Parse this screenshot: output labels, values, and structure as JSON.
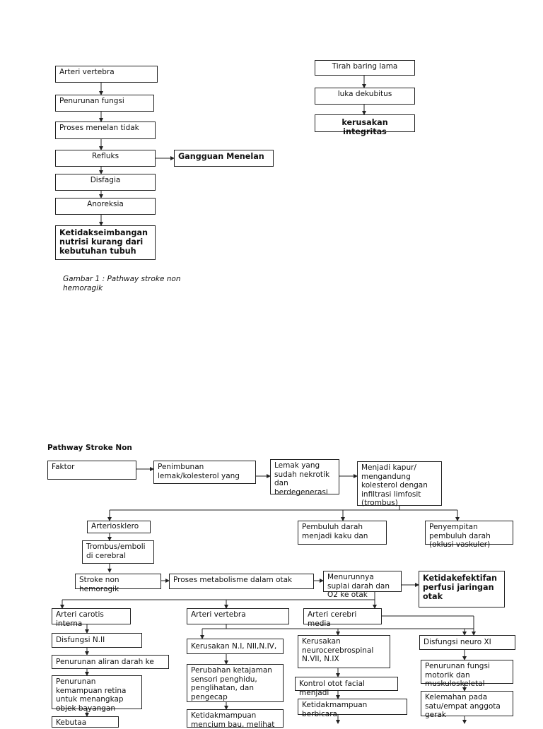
{
  "pathway1": {
    "boxes": {
      "arteri_vertebra": "Arteri  vertebra",
      "penurunan_fungsi": "Penurunan fungsi",
      "proses_menelan": "Proses menelan tidak",
      "refluks": "Refluks",
      "disfagia": "Disfagia",
      "anoreksia": "Anoreksia",
      "ketidakseimbangan": "Ketidakseimbangan nutrisi kurang dari kebutuhan tubuh",
      "gangguan_menelan": "Gangguan Menelan",
      "tirah_baring": "Tirah baring lama",
      "luka_dekubitus": "luka dekubitus",
      "kerusakan_integritas": "kerusakan integritas"
    },
    "caption": "Gambar 1 : Pathway stroke non hemoragik"
  },
  "pathway2": {
    "title": "Pathway Stroke Non",
    "boxes": {
      "faktor": "Faktor",
      "penimbunan": "Penimbunan lemak/kolesterol yang",
      "lemak_nekrotik": "Lemak yang sudah nekrotik dan berdegenerasi",
      "kapur": "Menjadi kapur/ mengandung kolesterol dengan infiltrasi limfosit (trombus)",
      "arteriosklero": "Arteriosklero",
      "pembuluh_kaku": "Pembuluh darah menjadi kaku dan",
      "penyempitan": "Penyempitan pembuluh darah (oklusi vaskuler)",
      "trombus": "Trombus/emboli di cerebral",
      "stroke_non": "Stroke non hemoragik",
      "proses_metabolisme": "Proses metabolisme dalam otak",
      "menurunnya": "Menurunnya suplai darah dan O2 ke otak",
      "ketidakefektifan": "Ketidakefektifan perfusi jaringan otak",
      "arteri_carotis": "Arteri carotis interna",
      "arteri_vertebra": "Arteri  vertebra",
      "arteri_cerebri": "Arteri  cerebri media",
      "disfungsi_nii": "Disfungsi N.II",
      "penurunan_aliran": "Penurunan aliran darah ke",
      "penurunan_retina": "Penurunan kemampuan retina untuk menangkap objek bayangan",
      "kebutaan": "Kebutaa",
      "kerusakan_ni": "Kerusakan N.I, NII,N.IV,",
      "perubahan_ketajaman": "Perubahan ketajaman sensori penghidu, penglihatan, dan pengecap",
      "ketidakmampuan_mencium": "Ketidakmampuan mencium bau, melihat",
      "kerusakan_neuro": "Kerusakan neurocerebrospinal N.VII, N.IX",
      "kontrol_otot": "Kontrol otot facial menjadi",
      "ketidakmampuan_bicara": "Ketidakmampuan berbicara",
      "disfungsi_xi": "Disfungsi neuro XI",
      "penurunan_motorik": "Penurunan fungsi motorik dan muskuloskeletal",
      "kelemahan": "Kelemahan pada satu/empat anggota gerak"
    }
  }
}
